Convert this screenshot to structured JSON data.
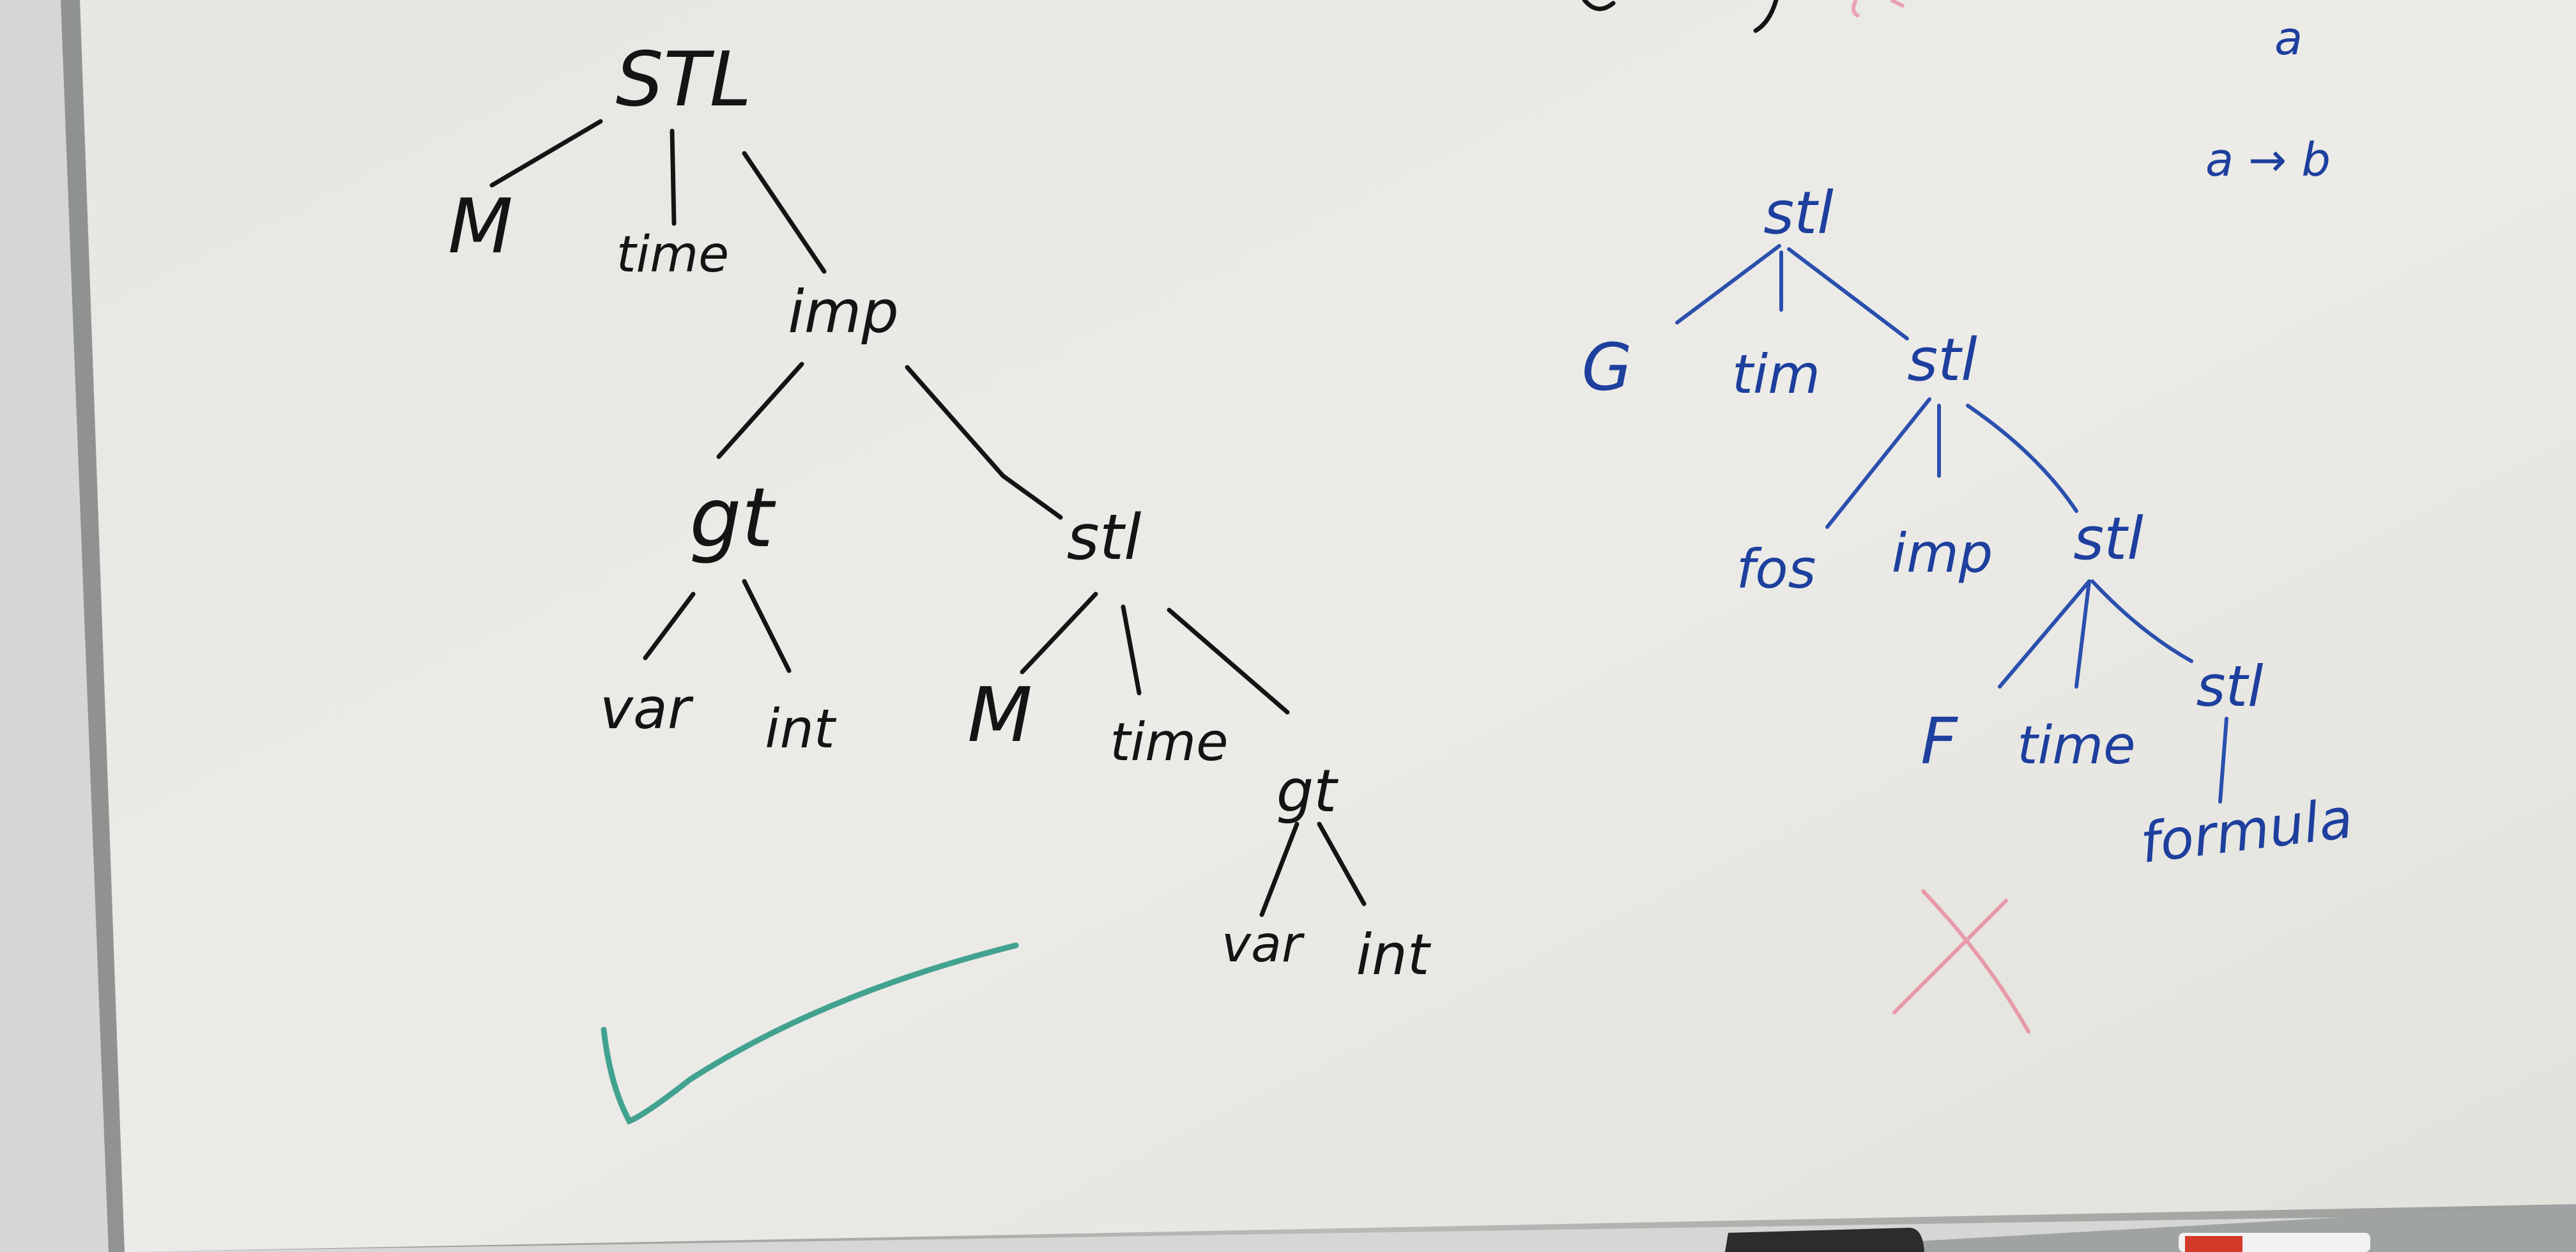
{
  "whiteboard": {
    "colors": {
      "board": "#e9e8e4",
      "frame": "#a7a9a6",
      "black_marker": "#141414",
      "blue_marker": "#1d3f9e",
      "green_marker": "#2f9a86",
      "red_marker": "#e79aa8"
    }
  },
  "left_tree": {
    "root": "STL",
    "root_children": [
      "M",
      "time",
      "imp"
    ],
    "imp_children": [
      "gt",
      "stl"
    ],
    "gt_children": [
      "var",
      "int"
    ],
    "stl_children": [
      "M",
      "time",
      "gt"
    ],
    "gt2_children": [
      "var",
      "int"
    ],
    "mark": "checkmark"
  },
  "right_tree": {
    "root": "stl",
    "root_children": [
      "G",
      "tim",
      "stl"
    ],
    "stl_children": [
      "fos",
      "imp",
      "stl"
    ],
    "stl2_children": [
      "F",
      "time",
      "stl"
    ],
    "leaf": "formula",
    "mark": "cross"
  },
  "corner_notes": {
    "line1": "a",
    "line2": "a → b"
  },
  "tray": {
    "eraser": "eraser",
    "marker": "red-marker"
  }
}
